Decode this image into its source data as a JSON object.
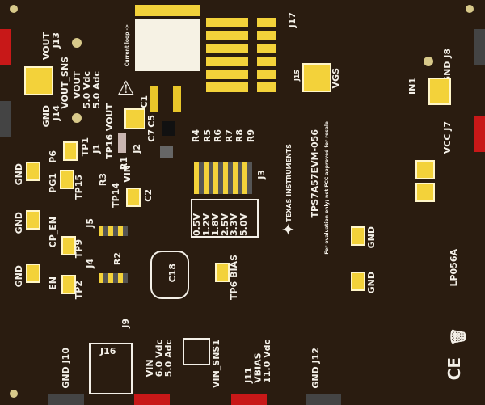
{
  "board": {
    "title": "TPS7A57EVM-056",
    "notice": "For evaluation only; not FCC approved for resale",
    "brand": "TEXAS INSTRUMENTS",
    "pcb_id": "LP056A",
    "current_loop": "Current loop ->",
    "vout": {
      "conn": "J13",
      "name": "VOUT",
      "sns": "VOUT_SNS",
      "gnd": "GND",
      "gnd_conn": "J14",
      "spec_title": "VOUT",
      "spec_v": "5.0 Vdc",
      "spec_a": "5.0 Adc"
    },
    "tp16": "TP16 VOUT",
    "caps": [
      "C1",
      "C5",
      "C7",
      "C2",
      "C18"
    ],
    "j1": "J1",
    "j2": "J2",
    "r1": "R1",
    "r2": "R2",
    "r3": "R3",
    "tp1": "TP1",
    "p6": "P6",
    "pg1": "PG1",
    "tp15": "TP15",
    "vin_tp": "VIN",
    "tp14": "TP14",
    "gnd": "GND",
    "cp_en": "CP_EN",
    "j5": "J5",
    "tp9": "TP9",
    "en": "EN",
    "j4": "J4",
    "tp2": "TP2",
    "tp6": "TP6 BIAS",
    "j9": "J9",
    "j16": "J16",
    "j10": "GND J10",
    "vin_spec": "VIN\n6.0 Vdc\n5.0 Adc",
    "vin_sns": "VIN_SNS1",
    "vbias": "J11\nVBIAS\n11.0 Vdc",
    "j12": "GND J12",
    "resistors": [
      "R4",
      "R5",
      "R6",
      "R7",
      "R8",
      "R9"
    ],
    "j3": "J3",
    "vsel": [
      "0.5V",
      "1.2V",
      "1.8V",
      "2.5V",
      "3.3V",
      "5.0V"
    ],
    "j17": "J17",
    "vgs": "VGS",
    "j15": "J15",
    "gnd_j8": "GND J8",
    "in1": "IN1",
    "vcc_j7": "VCC J7",
    "ce": "CE"
  }
}
